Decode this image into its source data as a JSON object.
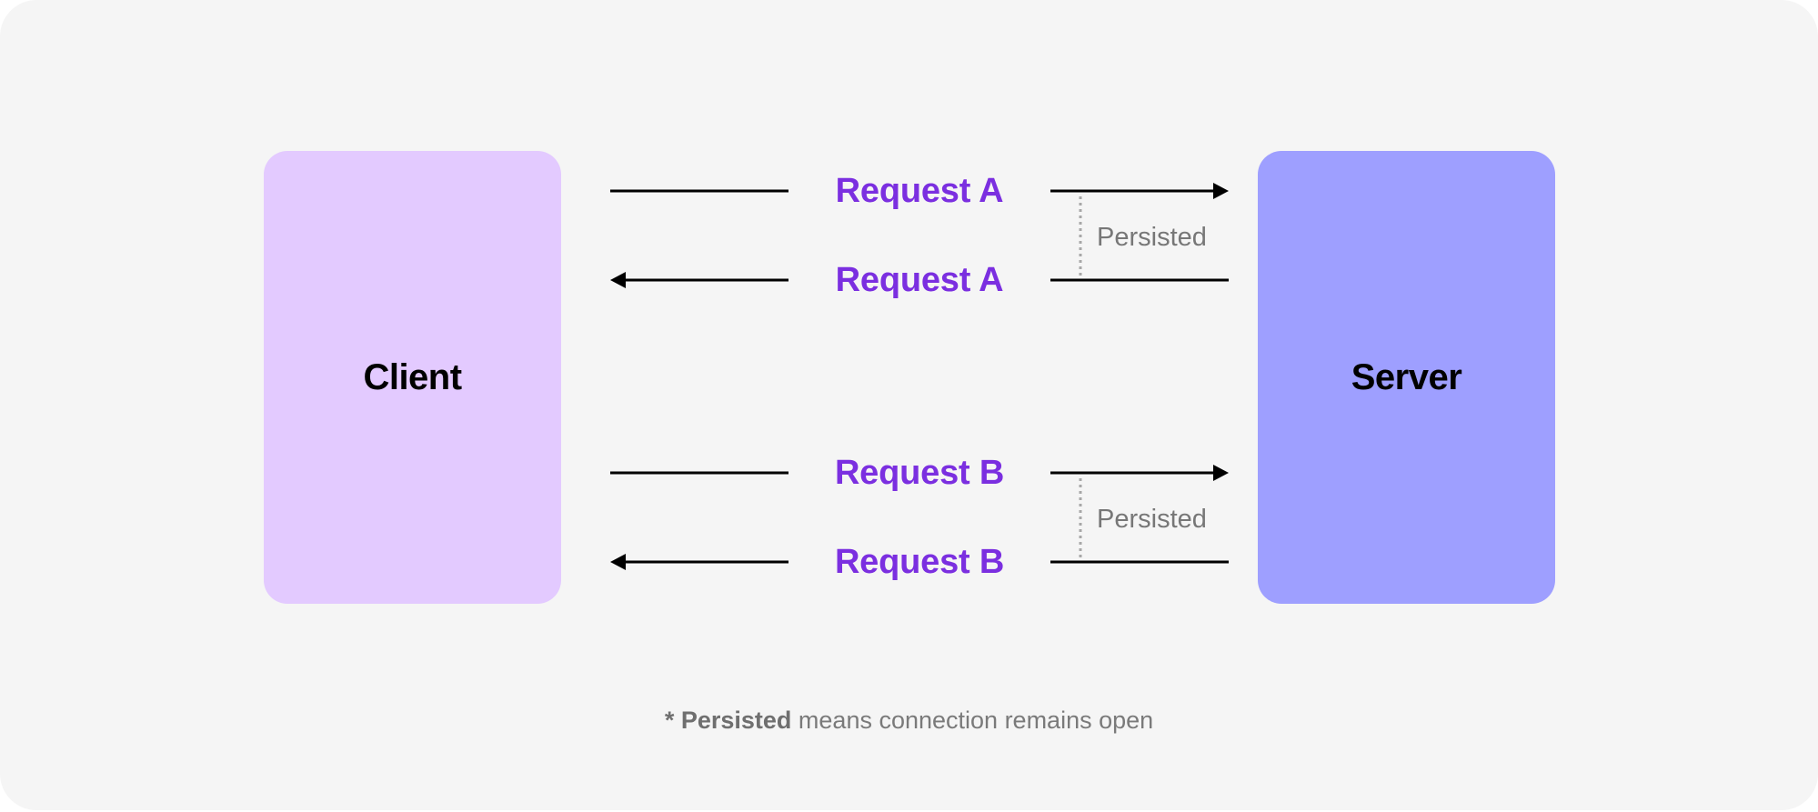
{
  "diagram": {
    "client_label": "Client",
    "server_label": "Server",
    "exchanges": [
      {
        "request_label": "Request A",
        "response_label": "Request A",
        "persisted_label": "Persisted"
      },
      {
        "request_label": "Request B",
        "response_label": "Request B",
        "persisted_label": "Persisted"
      }
    ],
    "footnote": {
      "star": "* ",
      "term": "Persisted",
      "text": " means connection remains open"
    }
  },
  "colors": {
    "background": "#f5f5f5",
    "client_fill": "#e3caff",
    "server_fill": "#9e9fff",
    "request_text": "#7b2fe0",
    "arrow": "#000000",
    "persisted_line": "#a8a8a8"
  }
}
